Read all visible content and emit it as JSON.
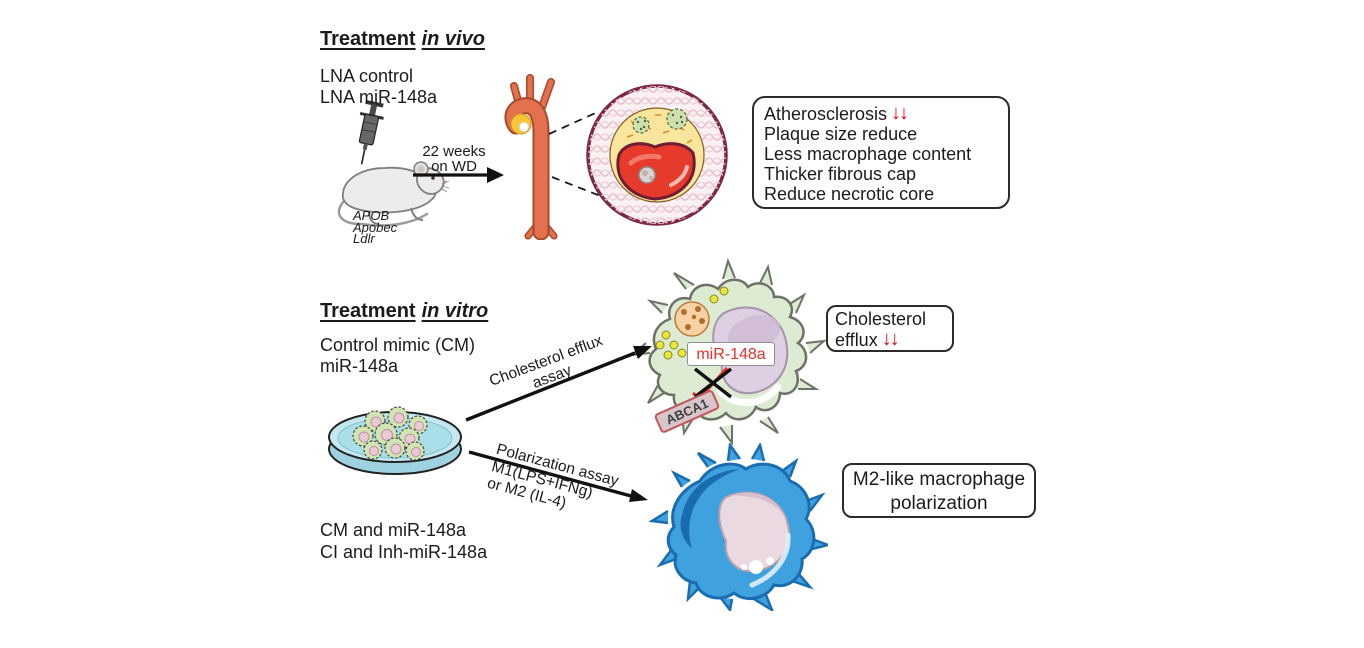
{
  "palette": {
    "decrease_arrows_red": "#e30613",
    "mir_label_red": "#e8302a",
    "inhibition_line_red": "#e23028"
  },
  "in_vivo": {
    "title_main": "Treatment",
    "title_italic": "in vivo",
    "treatments": [
      "LNA control",
      "LNA miR-148a"
    ],
    "mouse_genotype": [
      "APOB",
      "Apobec",
      "Ldlr"
    ],
    "timeline": [
      "22 weeks",
      "on WD"
    ],
    "outcome_box": {
      "headline": "Atherosclerosis",
      "down_arrows": "↓↓",
      "findings": [
        "Plaque size reduce",
        "Less macrophage content",
        "Thicker fibrous cap",
        "Reduce necrotic core"
      ]
    }
  },
  "in_vitro": {
    "title_main": "Treatment",
    "title_italic": "in vitro",
    "treatments_efflux": [
      "Control mimic (CM)",
      "miR-148a"
    ],
    "treatments_polarization": [
      "CM and miR-148a",
      "CI and Inh-miR-148a"
    ],
    "efflux_arrow_label": [
      "Cholesterol efflux",
      "assay"
    ],
    "polarization_arrow_label": [
      "Polarization assay",
      "M1(LPS+IFNg)",
      "or M2 (IL-4)"
    ],
    "cell_labels": {
      "mir": "miR-148a",
      "abca1": "ABCA1"
    },
    "efflux_box": {
      "line1": "Cholesterol",
      "line2": "efflux",
      "down_arrows": "↓↓"
    },
    "polarization_box": {
      "line1": "M2-like macrophage",
      "line2": "polarization"
    }
  }
}
